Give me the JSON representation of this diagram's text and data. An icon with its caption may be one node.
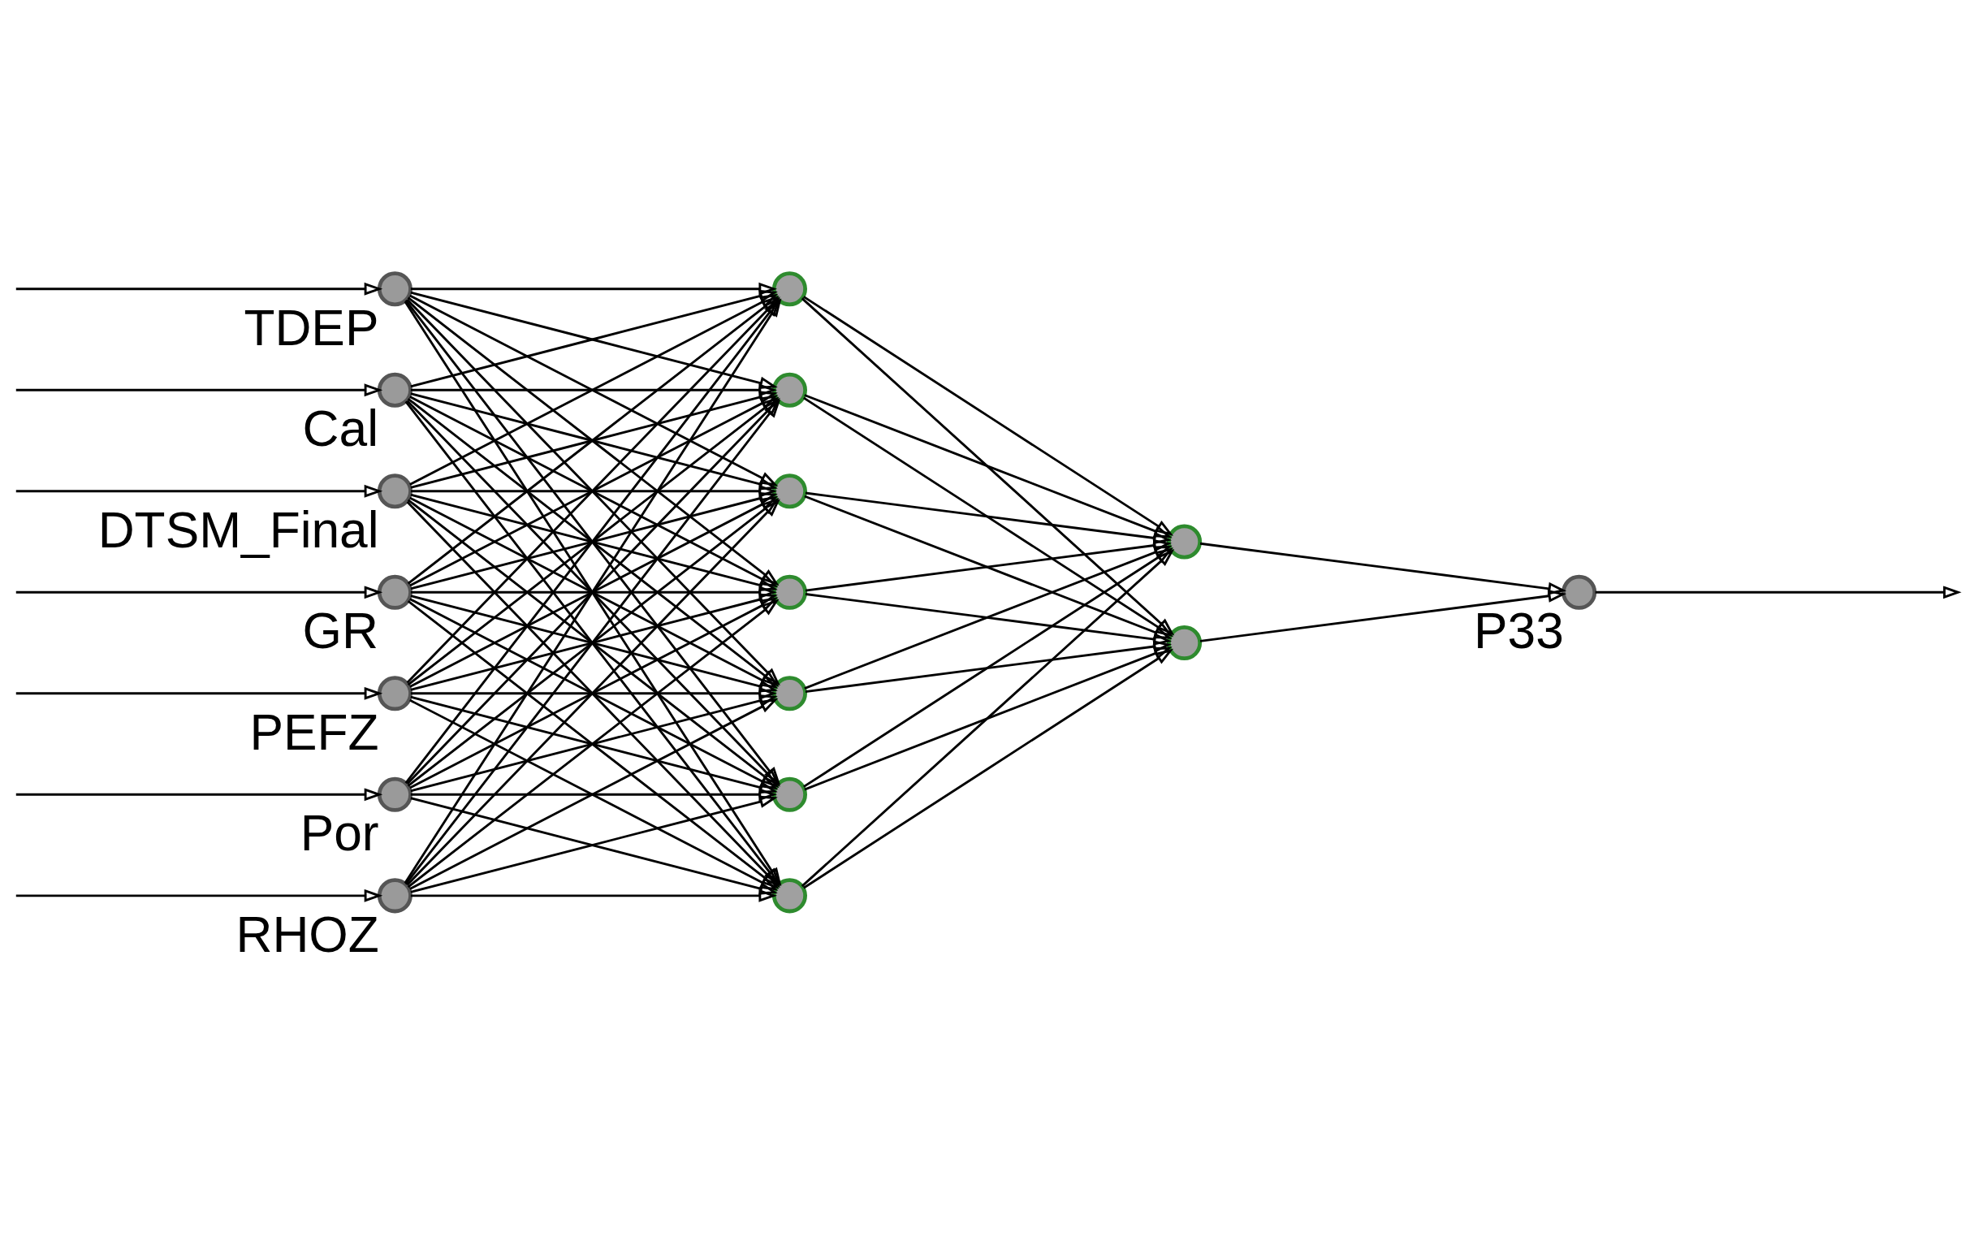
{
  "diagram": {
    "nodes": [
      {
        "text": [],
        "shape": "circle",
        "beside": [
          "TDEP"
        ]
      },
      {
        "text": [],
        "shape": "circle",
        "beside": [
          "Cal"
        ]
      },
      {
        "text": [],
        "shape": "circle",
        "beside": [
          "DTSM_Final"
        ]
      },
      {
        "text": [],
        "shape": "circle",
        "beside": [
          "GR"
        ]
      },
      {
        "text": [],
        "shape": "circle",
        "beside": [
          "PEFZ"
        ]
      },
      {
        "text": [],
        "shape": "circle",
        "beside": [
          "Por"
        ]
      },
      {
        "text": [],
        "shape": "circle",
        "beside": [
          "RHOZ"
        ]
      },
      {
        "text": [],
        "shape": "circle"
      },
      {
        "text": [],
        "shape": "circle"
      },
      {
        "text": [],
        "shape": "circle"
      },
      {
        "text": [],
        "shape": "circle"
      },
      {
        "text": [],
        "shape": "circle"
      },
      {
        "text": [],
        "shape": "circle"
      },
      {
        "text": [],
        "shape": "circle"
      },
      {
        "text": [],
        "shape": "circle"
      },
      {
        "text": [],
        "shape": "circle"
      },
      {
        "text": [],
        "shape": "circle",
        "beside": [
          "P33"
        ]
      }
    ],
    "edges": [
      {
        "from": null,
        "to": 0,
        "arrow": "to"
      },
      {
        "from": null,
        "to": 1,
        "arrow": "to"
      },
      {
        "from": null,
        "to": 2,
        "arrow": "to"
      },
      {
        "from": null,
        "to": 3,
        "arrow": "to"
      },
      {
        "from": null,
        "to": 4,
        "arrow": "to"
      },
      {
        "from": null,
        "to": 5,
        "arrow": "to"
      },
      {
        "from": null,
        "to": 6,
        "arrow": "to"
      },
      {
        "from": 0,
        "to": 7,
        "arrow": "to"
      },
      {
        "from": 0,
        "to": 8,
        "arrow": "to"
      },
      {
        "from": 0,
        "to": 9,
        "arrow": "to"
      },
      {
        "from": 0,
        "to": 10,
        "arrow": "to"
      },
      {
        "from": 0,
        "to": 11,
        "arrow": "to"
      },
      {
        "from": 0,
        "to": 12,
        "arrow": "to"
      },
      {
        "from": 0,
        "to": 13,
        "arrow": "to"
      },
      {
        "from": 1,
        "to": 7,
        "arrow": "to"
      },
      {
        "from": 1,
        "to": 8,
        "arrow": "to"
      },
      {
        "from": 1,
        "to": 9,
        "arrow": "to"
      },
      {
        "from": 1,
        "to": 10,
        "arrow": "to"
      },
      {
        "from": 1,
        "to": 11,
        "arrow": "to"
      },
      {
        "from": 1,
        "to": 12,
        "arrow": "to"
      },
      {
        "from": 1,
        "to": 13,
        "arrow": "to"
      },
      {
        "from": 2,
        "to": 7,
        "arrow": "to"
      },
      {
        "from": 2,
        "to": 8,
        "arrow": "to"
      },
      {
        "from": 2,
        "to": 9,
        "arrow": "to"
      },
      {
        "from": 2,
        "to": 10,
        "arrow": "to"
      },
      {
        "from": 2,
        "to": 11,
        "arrow": "to"
      },
      {
        "from": 2,
        "to": 12,
        "arrow": "to"
      },
      {
        "from": 2,
        "to": 13,
        "arrow": "to"
      },
      {
        "from": 3,
        "to": 7,
        "arrow": "to"
      },
      {
        "from": 3,
        "to": 8,
        "arrow": "to"
      },
      {
        "from": 3,
        "to": 9,
        "arrow": "to"
      },
      {
        "from": 3,
        "to": 10,
        "arrow": "to"
      },
      {
        "from": 3,
        "to": 11,
        "arrow": "to"
      },
      {
        "from": 3,
        "to": 12,
        "arrow": "to"
      },
      {
        "from": 3,
        "to": 13,
        "arrow": "to"
      },
      {
        "from": 4,
        "to": 7,
        "arrow": "to"
      },
      {
        "from": 4,
        "to": 8,
        "arrow": "to"
      },
      {
        "from": 4,
        "to": 9,
        "arrow": "to"
      },
      {
        "from": 4,
        "to": 10,
        "arrow": "to"
      },
      {
        "from": 4,
        "to": 11,
        "arrow": "to"
      },
      {
        "from": 4,
        "to": 12,
        "arrow": "to"
      },
      {
        "from": 4,
        "to": 13,
        "arrow": "to"
      },
      {
        "from": 5,
        "to": 7,
        "arrow": "to"
      },
      {
        "from": 5,
        "to": 8,
        "arrow": "to"
      },
      {
        "from": 5,
        "to": 9,
        "arrow": "to"
      },
      {
        "from": 5,
        "to": 10,
        "arrow": "to"
      },
      {
        "from": 5,
        "to": 11,
        "arrow": "to"
      },
      {
        "from": 5,
        "to": 12,
        "arrow": "to"
      },
      {
        "from": 5,
        "to": 13,
        "arrow": "to"
      },
      {
        "from": 6,
        "to": 7,
        "arrow": "to"
      },
      {
        "from": 6,
        "to": 8,
        "arrow": "to"
      },
      {
        "from": 6,
        "to": 9,
        "arrow": "to"
      },
      {
        "from": 6,
        "to": 10,
        "arrow": "to"
      },
      {
        "from": 6,
        "to": 11,
        "arrow": "to"
      },
      {
        "from": 6,
        "to": 12,
        "arrow": "to"
      },
      {
        "from": 6,
        "to": 13,
        "arrow": "to"
      },
      {
        "from": 7,
        "to": 14,
        "arrow": "to"
      },
      {
        "from": 7,
        "to": 15,
        "arrow": "to"
      },
      {
        "from": 8,
        "to": 14,
        "arrow": "to"
      },
      {
        "from": 8,
        "to": 15,
        "arrow": "to"
      },
      {
        "from": 9,
        "to": 14,
        "arrow": "to"
      },
      {
        "from": 9,
        "to": 15,
        "arrow": "to"
      },
      {
        "from": 10,
        "to": 14,
        "arrow": "to"
      },
      {
        "from": 10,
        "to": 15,
        "arrow": "to"
      },
      {
        "from": 11,
        "to": 14,
        "arrow": "to"
      },
      {
        "from": 11,
        "to": 15,
        "arrow": "to"
      },
      {
        "from": 12,
        "to": 14,
        "arrow": "to"
      },
      {
        "from": 12,
        "to": 15,
        "arrow": "to"
      },
      {
        "from": 13,
        "to": 14,
        "arrow": "to"
      },
      {
        "from": 13,
        "to": 15,
        "arrow": "to"
      },
      {
        "from": 14,
        "to": 16,
        "arrow": "to"
      },
      {
        "from": 15,
        "to": 16,
        "arrow": "to"
      },
      {
        "from": 16,
        "to": null,
        "arrow": "to"
      }
    ]
  }
}
